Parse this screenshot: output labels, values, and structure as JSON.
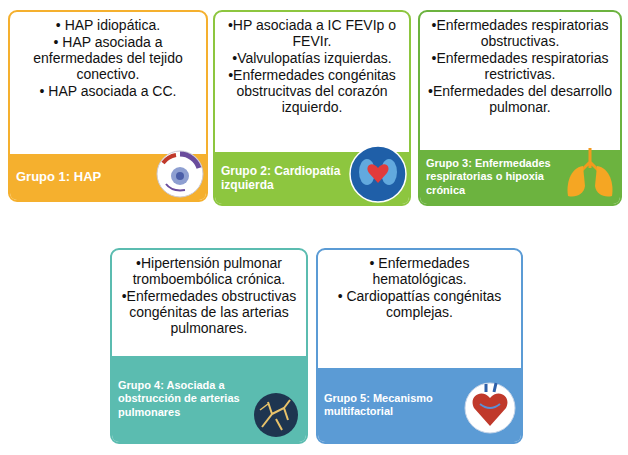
{
  "diagram": {
    "nodes": [
      {
        "text": [
          "• HAP idiopática.",
          "• HAP asociada a enfermedades del tejido conectivo.",
          "• HAP asociada a CC.",
          "Grupo 1: HAP"
        ]
      },
      {
        "text": [
          "•HP asociada a IC FEVIp o FEVIr.",
          "•Valvulopatías izquierdas.",
          "•Enfermedades congénitas obstrucitvas del corazón izquierdo.",
          "Grupo 2: Cardiopatía izquierda"
        ]
      },
      {
        "text": [
          "•Enfermedades respiratorias obstructivas.",
          "•Enfermedades respiratorias restrictivas.",
          "•Enfermedades del desarrollo pulmonar.",
          "Grupo 3: Enfermedades respiratorias o hipoxia crónica"
        ]
      },
      {
        "text": [
          "•Hipertensión pulmonar tromboembólica crónica.",
          "•Enfermedades obstructivas congénitas de las arterias pulmonares.",
          "Grupo 4: Asociada a obstrucción de arterias pulmonares"
        ]
      },
      {
        "text": [
          "• Enfermedades hematológicas.",
          "• Cardiopattías congénitas complejas.",
          "Grupo 5: Mecanismo multifactorial"
        ]
      }
    ]
  }
}
